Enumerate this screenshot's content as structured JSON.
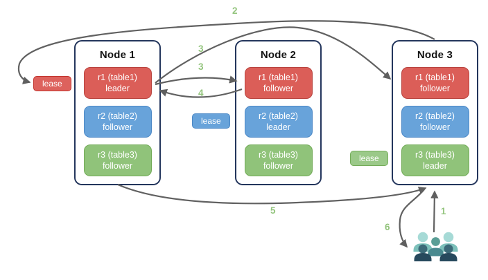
{
  "nodes": [
    {
      "title": "Node 1",
      "replicas": [
        {
          "line1": "r1 (table1)",
          "line2": "leader",
          "color": "red"
        },
        {
          "line1": "r2 (table2)",
          "line2": "follower",
          "color": "blue"
        },
        {
          "line1": "r3 (table3)",
          "line2": "follower",
          "color": "green"
        }
      ]
    },
    {
      "title": "Node 2",
      "replicas": [
        {
          "line1": "r1 (table1)",
          "line2": "follower",
          "color": "red"
        },
        {
          "line1": "r2 (table2)",
          "line2": "leader",
          "color": "blue"
        },
        {
          "line1": "r3 (table3)",
          "line2": "follower",
          "color": "green"
        }
      ]
    },
    {
      "title": "Node 3",
      "replicas": [
        {
          "line1": "r1 (table1)",
          "line2": "follower",
          "color": "red"
        },
        {
          "line1": "r2 (table2)",
          "line2": "follower",
          "color": "blue"
        },
        {
          "line1": "r3 (table3)",
          "line2": "leader",
          "color": "green"
        }
      ]
    }
  ],
  "leases": [
    {
      "label": "lease",
      "color": "red"
    },
    {
      "label": "lease",
      "color": "blue"
    },
    {
      "label": "lease",
      "color": "green"
    }
  ],
  "arrow_labels": {
    "step1": "1",
    "step2": "2",
    "step3a": "3",
    "step3b": "3",
    "step4": "4",
    "step5": "5",
    "step6": "6"
  },
  "icons": {
    "users_group": "users-group-icon"
  },
  "colors": {
    "replica_red": "#db5e58",
    "replica_blue": "#68a3da",
    "replica_green": "#90c37a",
    "node_border": "#23355c",
    "arrow_gray": "#616161",
    "label_green": "#93c47d",
    "users_light": "#a6dad6",
    "users_mid": "#7cc0ba",
    "users_teal": "#5a9e96",
    "users_dark_head": "#3c6a78",
    "users_dark_body": "#27495d"
  }
}
